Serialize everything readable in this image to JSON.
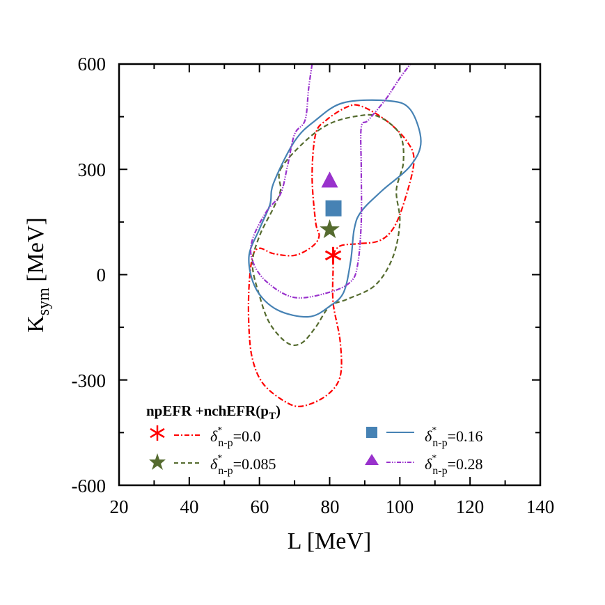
{
  "chart_data": {
    "type": "line",
    "title": "",
    "xlabel": "L [MeV]",
    "ylabel": "K_sym [MeV]",
    "xlim": [
      20,
      140
    ],
    "ylim": [
      -600,
      600
    ],
    "xticks": [
      "20",
      "40",
      "60",
      "80",
      "100",
      "120",
      "140"
    ],
    "yticks": [
      "600",
      "300",
      "0",
      "-300",
      "-600"
    ],
    "grid": false,
    "legend_title": "npEFR +nchEFR(p_T)",
    "legend_position": "lower",
    "series": [
      {
        "name": "δ*_{n-p}=0.0",
        "value": "0.0",
        "color": "#ff0000",
        "linestyle": "dash-dot",
        "marker": "asterisk",
        "best_fit": {
          "L": 81,
          "Ksym": 55
        },
        "contour": [
          [
            81,
            55
          ],
          [
            83,
            82
          ],
          [
            88,
            88
          ],
          [
            94,
            96
          ],
          [
            98,
            130
          ],
          [
            101,
            200
          ],
          [
            104,
            320
          ],
          [
            102,
            380
          ],
          [
            96,
            440
          ],
          [
            89,
            480
          ],
          [
            85,
            478
          ],
          [
            79,
            440
          ],
          [
            76,
            400
          ],
          [
            75,
            280
          ],
          [
            76,
            150
          ],
          [
            77,
            110
          ],
          [
            75,
            80
          ],
          [
            70,
            55
          ],
          [
            64,
            60
          ],
          [
            60,
            75
          ],
          [
            58,
            50
          ],
          [
            57,
            -40
          ],
          [
            57,
            -150
          ],
          [
            58,
            -240
          ],
          [
            61,
            -310
          ],
          [
            67,
            -360
          ],
          [
            72,
            -375
          ],
          [
            79,
            -345
          ],
          [
            83,
            -290
          ],
          [
            83,
            -190
          ],
          [
            81,
            -80
          ],
          [
            81,
            20
          ],
          [
            81,
            55
          ]
        ]
      },
      {
        "name": "δ*_{n-p}=0.085",
        "value": "0.085",
        "color": "#556b2f",
        "linestyle": "dashed",
        "marker": "star",
        "best_fit": {
          "L": 80,
          "Ksym": 128
        },
        "contour": [
          [
            66,
            300
          ],
          [
            73,
            380
          ],
          [
            80,
            430
          ],
          [
            88,
            452
          ],
          [
            94,
            450
          ],
          [
            100,
            400
          ],
          [
            101,
            320
          ],
          [
            99,
            240
          ],
          [
            100,
            150
          ],
          [
            98,
            50
          ],
          [
            93,
            -30
          ],
          [
            85,
            -70
          ],
          [
            80,
            -90
          ],
          [
            76,
            -150
          ],
          [
            72,
            -195
          ],
          [
            68,
            -195
          ],
          [
            63,
            -140
          ],
          [
            60,
            -60
          ],
          [
            58,
            30
          ],
          [
            60,
            110
          ],
          [
            64,
            190
          ],
          [
            66,
            240
          ],
          [
            66,
            300
          ]
        ]
      },
      {
        "name": "δ*_{n-p}=0.16",
        "value": "0.16",
        "color": "#4682b4",
        "linestyle": "solid",
        "marker": "square",
        "best_fit": {
          "L": 81,
          "Ksym": 188
        },
        "contour": [
          [
            64,
            260
          ],
          [
            70,
            380
          ],
          [
            76,
            440
          ],
          [
            84,
            490
          ],
          [
            97,
            495
          ],
          [
            103,
            470
          ],
          [
            106,
            380
          ],
          [
            103,
            310
          ],
          [
            95,
            240
          ],
          [
            89,
            180
          ],
          [
            87,
            130
          ],
          [
            86,
            40
          ],
          [
            84,
            -50
          ],
          [
            80,
            -90
          ],
          [
            74,
            -120
          ],
          [
            65,
            -100
          ],
          [
            59,
            -40
          ],
          [
            57,
            50
          ],
          [
            60,
            130
          ],
          [
            63,
            200
          ],
          [
            64,
            260
          ]
        ]
      },
      {
        "name": "δ*_{n-p}=0.28",
        "value": "0.28",
        "color": "#9932cc",
        "linestyle": "dash-dot-dot",
        "marker": "triangle",
        "best_fit": {
          "L": 80,
          "Ksym": 270
        },
        "contour_branches": [
          [
            [
              75,
              600
            ],
            [
              74,
              530
            ],
            [
              73,
              440
            ],
            [
              70,
              400
            ],
            [
              68,
              310
            ],
            [
              66,
              230
            ],
            [
              62,
              180
            ],
            [
              58,
              100
            ],
            [
              58,
              40
            ],
            [
              62,
              -20
            ],
            [
              70,
              -65
            ],
            [
              80,
              -50
            ],
            [
              86,
              -20
            ],
            [
              88,
              30
            ],
            [
              89,
              150
            ],
            [
              89,
              300
            ],
            [
              89,
              420
            ],
            [
              91,
              440
            ],
            [
              96,
              500
            ],
            [
              100,
              560
            ],
            [
              103,
              600
            ]
          ]
        ]
      }
    ]
  },
  "axes": {
    "xlabel_main": "L [MeV]",
    "ylabel_main": "K",
    "ylabel_sub": "sym",
    "ylabel_unit": " [MeV]"
  },
  "legend": {
    "title_main": "npEFR +nchEFR(p",
    "title_sub": "T",
    "title_close": ")",
    "entries": [
      {
        "symbol": "δ",
        "sup": "*",
        "sub": "n-p",
        "value": "=0.0"
      },
      {
        "symbol": "δ",
        "sup": "*",
        "sub": "n-p",
        "value": "=0.085"
      },
      {
        "symbol": "δ",
        "sup": "*",
        "sub": "n-p",
        "value": "=0.16"
      },
      {
        "symbol": "δ",
        "sup": "*",
        "sub": "n-p",
        "value": "=0.28"
      }
    ]
  }
}
